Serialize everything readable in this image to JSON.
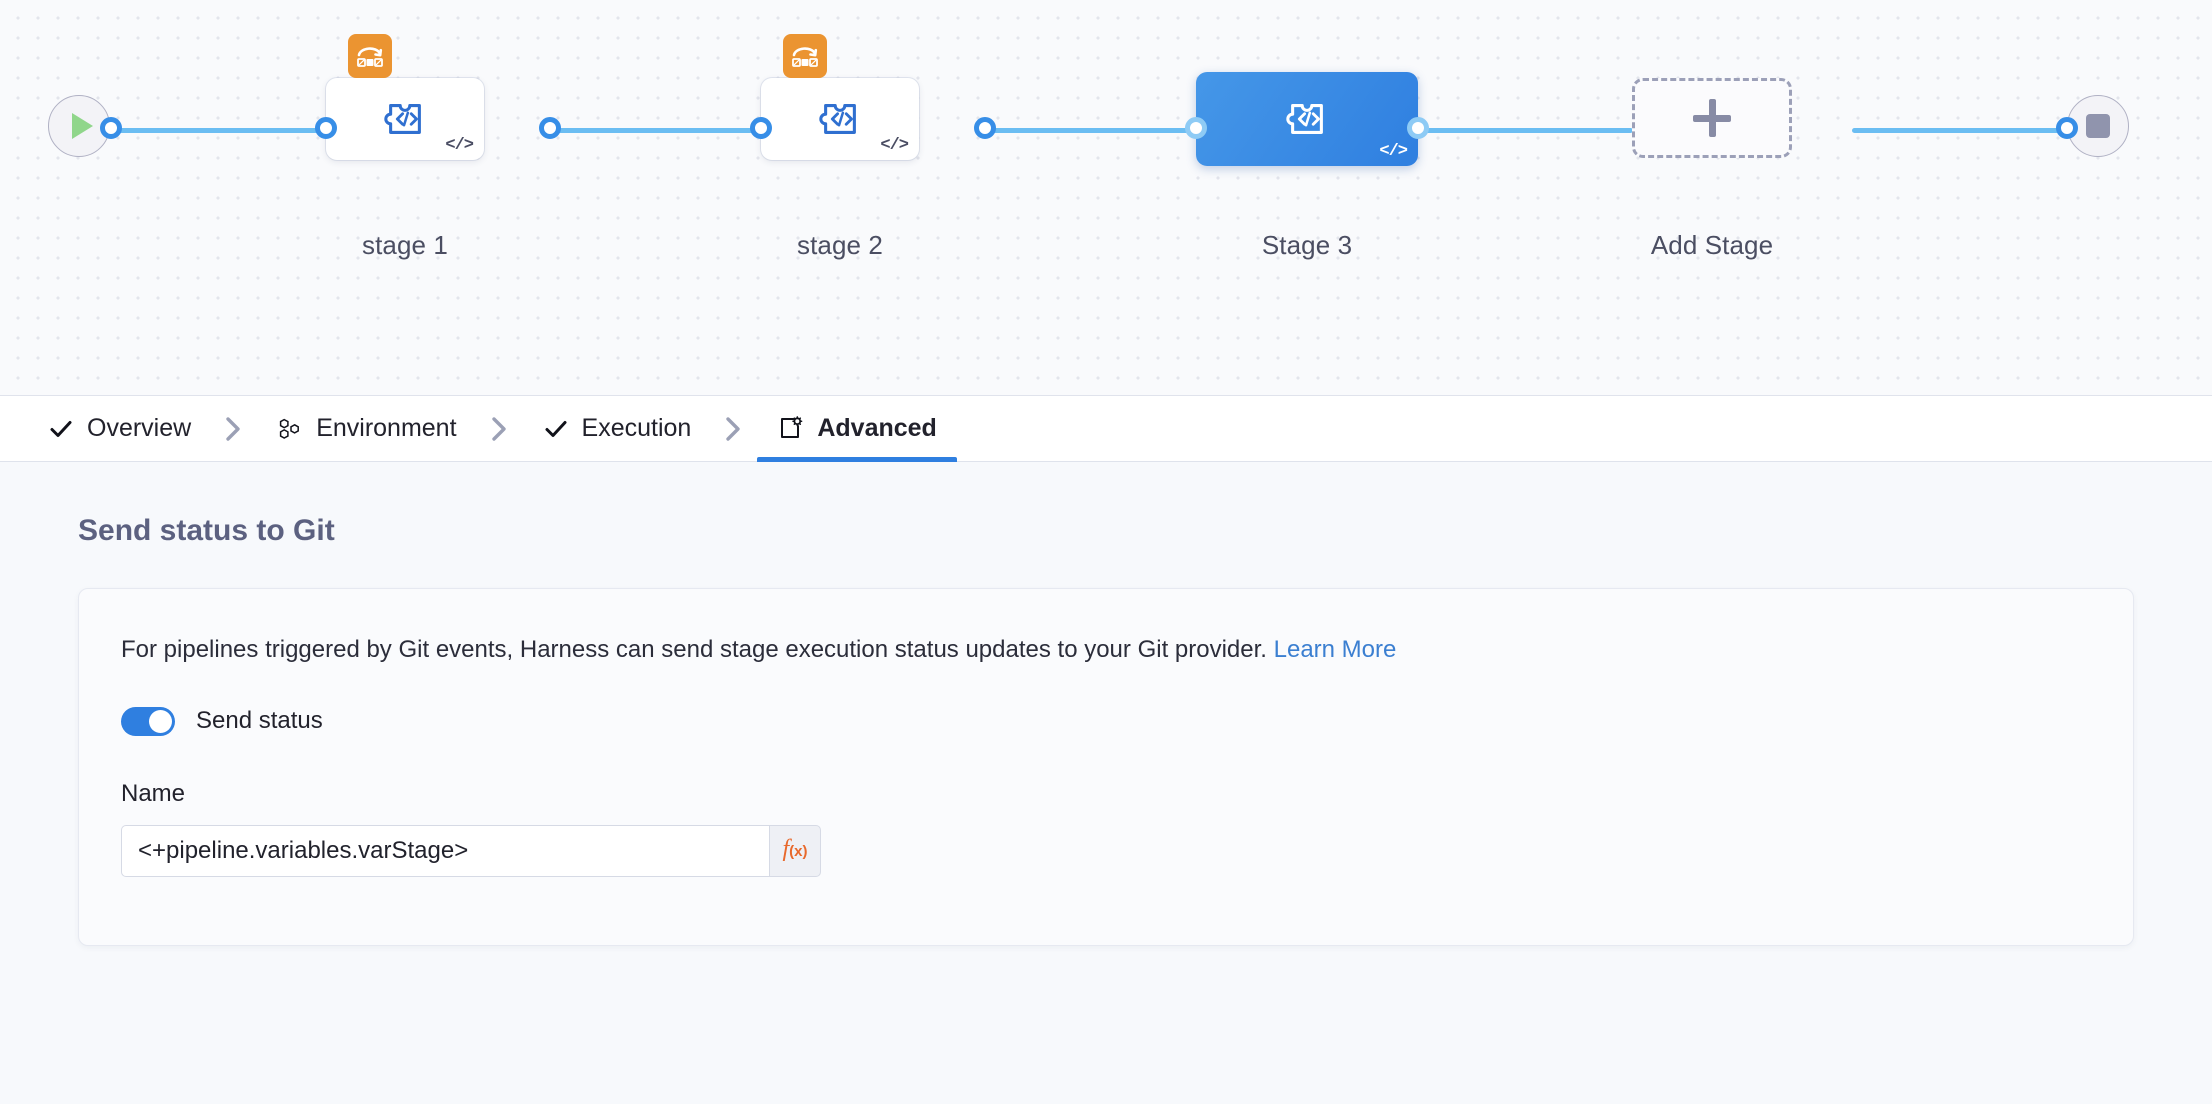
{
  "canvas": {
    "start_node": {
      "name": "pipeline-start",
      "icon": "play-icon"
    },
    "end_node": {
      "name": "pipeline-end",
      "icon": "stop-icon"
    },
    "stages": [
      {
        "label": "stage 1",
        "type_icon": "custom-stage-icon",
        "corner_icon": "code-icon",
        "badge_icon": "matrix-looping-icon",
        "has_badge": true,
        "selected": false
      },
      {
        "label": "stage 2",
        "type_icon": "custom-stage-icon",
        "corner_icon": "code-icon",
        "badge_icon": "matrix-looping-icon",
        "has_badge": true,
        "selected": false
      },
      {
        "label": "Stage 3",
        "type_icon": "custom-stage-icon",
        "corner_icon": "code-icon",
        "badge_icon": "",
        "has_badge": false,
        "selected": true
      }
    ],
    "add_stage": {
      "label": "Add Stage",
      "icon": "plus-icon"
    }
  },
  "tabs": [
    {
      "label": "Overview",
      "icon": "check-icon",
      "active": false,
      "completed": true
    },
    {
      "label": "Environment",
      "icon": "environment-icon",
      "active": false,
      "completed": false
    },
    {
      "label": "Execution",
      "icon": "check-icon",
      "active": false,
      "completed": true
    },
    {
      "label": "Advanced",
      "icon": "advanced-gear-icon",
      "active": true,
      "completed": false
    }
  ],
  "main": {
    "section_title": "Send status to Git",
    "description": "For pipelines triggered by Git events, Harness can send stage execution status updates to your Git provider.",
    "learn_more": "Learn More",
    "send_status_toggle": {
      "label": "Send status",
      "enabled": true
    },
    "name_field": {
      "label": "Name",
      "value": "<+pipeline.variables.varStage>",
      "placeholder": "",
      "expression_button": {
        "glyph": "f",
        "sub": "(x)"
      }
    }
  },
  "colors": {
    "accent_blue": "#2f7fe0",
    "edge_blue": "#6bbdf2",
    "badge_orange": "#eb9431",
    "fx_orange": "#e8692c",
    "link_blue": "#3b7fd1",
    "title_gray": "#5c6180"
  }
}
